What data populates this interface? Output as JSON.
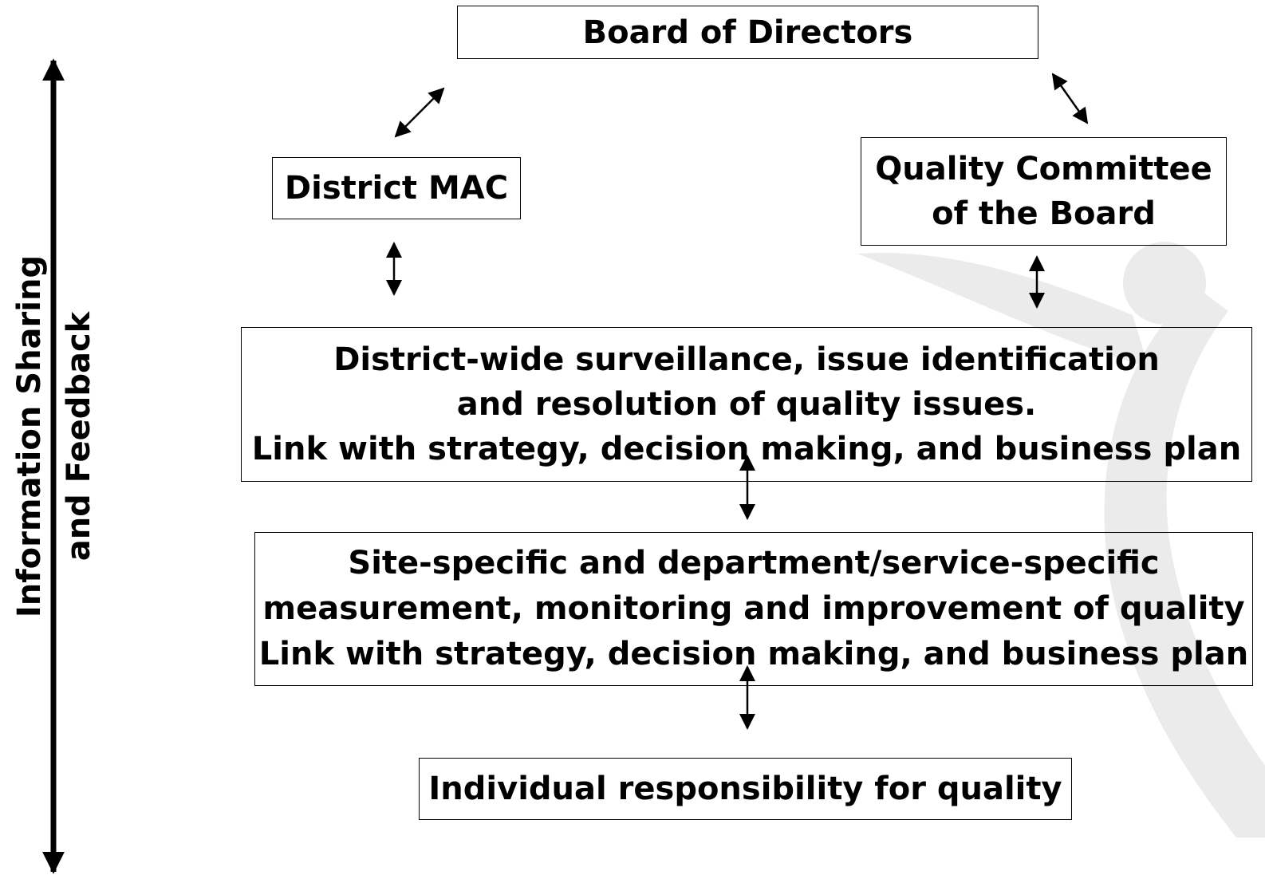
{
  "boxes": {
    "board": "Board of Directors",
    "district_mac": "District MAC",
    "quality_committee": [
      "Quality Committee",
      "of the Board"
    ],
    "district_wide": [
      "District-wide surveillance, issue identification",
      "and resolution of quality issues.",
      "Link with strategy, decision making, and business plan"
    ],
    "site_specific": [
      "Site-specific and department/service-specific",
      "measurement, monitoring and improvement of quality",
      "Link with strategy, decision making, and business plan"
    ],
    "individual": "Individual responsibility for quality"
  },
  "side_label": [
    "Information Sharing",
    "and Feedback"
  ],
  "colors": {
    "text": "#000000",
    "border": "#000000",
    "watermark": "#ebebeb"
  }
}
